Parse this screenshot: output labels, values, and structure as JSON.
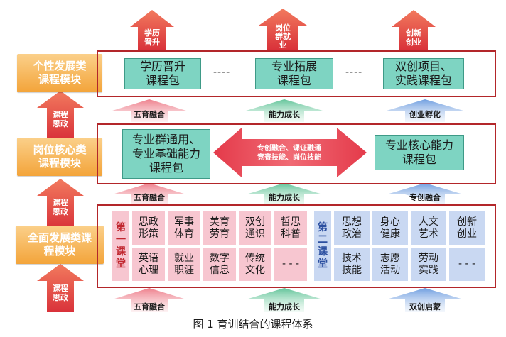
{
  "top_arrows": [
    "学历\n晋升",
    "岗位\n群就\n业",
    "创新\n创业"
  ],
  "side_arrows": [
    "课程\n思政",
    "课程\n思政",
    "课程\n思政"
  ],
  "modules": [
    "个性发展类\n课程模块",
    "岗位核心类\n课程模块",
    "全面发展类课\n程模块"
  ],
  "top_row": {
    "packages": [
      "学历晋升\n课程包",
      "专业拓展\n课程包",
      "双创项目、\n实践课程包"
    ],
    "dots": "----"
  },
  "band1": [
    "五育融合",
    "能力成长",
    "创业孵化"
  ],
  "middle_row": {
    "left_pkg": "专业群通用、\n专业基础能力\n课程包",
    "right_pkg": "专业核心能力\n课程包",
    "center_arrow": "专创融合、课证融通\n竞赛技能、岗位技能"
  },
  "band2": [
    "五育融合",
    "能力成长",
    "专创融合"
  ],
  "bottom_row": {
    "first_tag": "第\n一\n课\n堂",
    "first_cells": [
      "思政\n形策",
      "军事\n体育",
      "美育\n劳育",
      "双创\n通识",
      "哲思\n科普",
      "英语\n心理",
      "就业\n职涯",
      "数字\n信息",
      "传统\n文化",
      "- - -"
    ],
    "second_tag": "第\n二\n课\n堂",
    "second_cells": [
      "思想\n政治",
      "身心\n健康",
      "人文\n艺术",
      "创新\n创业",
      "技术\n技能",
      "志愿\n活动",
      "劳动\n实践",
      "- - -"
    ]
  },
  "band3": [
    "五育融合",
    "能力成长",
    "双创启蒙"
  ],
  "caption": "图 1 育训结合的课程体系",
  "colors": {
    "red_arrow": "#e8564f",
    "frame": "#b3262a",
    "package": "#7ed4c2",
    "module": "#f3a43a",
    "pink_cell": "#f7c6d0",
    "blue_cell": "#c9d8f2"
  }
}
